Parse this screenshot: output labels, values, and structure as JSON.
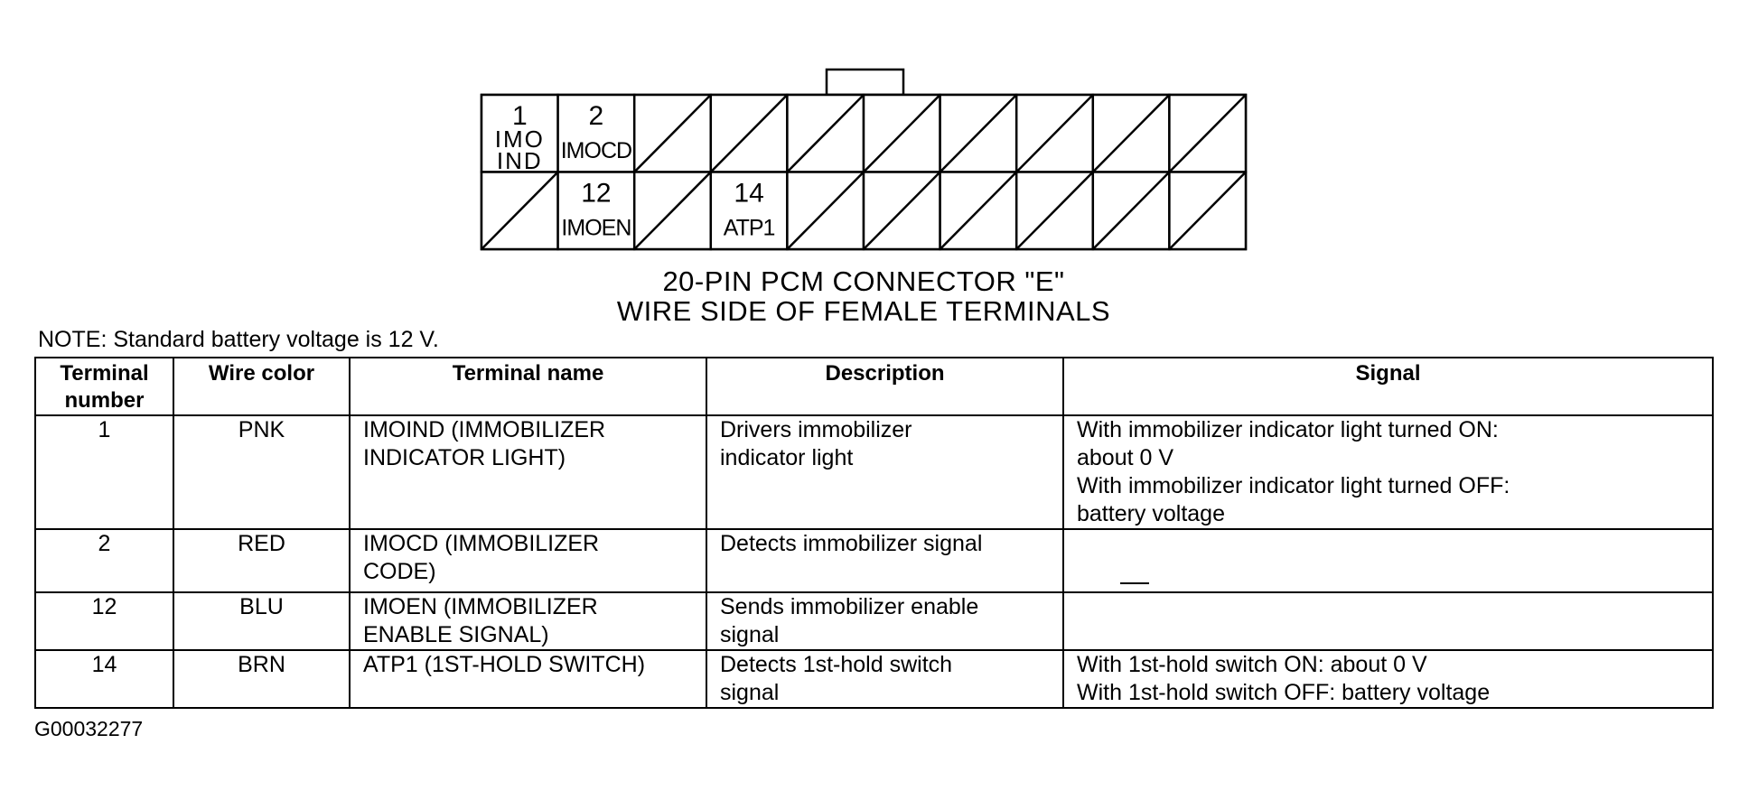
{
  "connector": {
    "top_pins": [
      {
        "number": "1",
        "name_lines": [
          "IMO",
          "IND"
        ]
      },
      {
        "number": "2",
        "name_lines": [
          "IMOCD"
        ]
      },
      null,
      null,
      null,
      null,
      null,
      null,
      null,
      null
    ],
    "bottom_pins": [
      null,
      {
        "number": "12",
        "name_lines": [
          "IMOEN"
        ]
      },
      null,
      {
        "number": "14",
        "name_lines": [
          "ATP1"
        ]
      },
      null,
      null,
      null,
      null,
      null,
      null
    ]
  },
  "caption": {
    "line1": "20-PIN PCM CONNECTOR \"E\"",
    "line2": "WIRE SIDE OF FEMALE TERMINALS"
  },
  "note": "NOTE: Standard battery voltage is 12 V.",
  "table": {
    "headers": {
      "terminal_number_line1": "Terminal",
      "terminal_number_line2": "number",
      "wire_color": "Wire color",
      "terminal_name": "Terminal name",
      "description": "Description",
      "signal": "Signal"
    },
    "rows": [
      {
        "terminal": "1",
        "wire_color": "PNK",
        "name_lines": [
          "IMOIND (IMMOBILIZER",
          "INDICATOR LIGHT)"
        ],
        "description_lines": [
          "Drivers immobilizer",
          "indicator light"
        ],
        "signal_lines": [
          "With immobilizer indicator light turned ON:",
          "about 0 V",
          "With immobilizer indicator light turned OFF:",
          "battery voltage"
        ]
      },
      {
        "terminal": "2",
        "wire_color": "RED",
        "name_lines": [
          "IMOCD (IMMOBILIZER",
          "CODE)"
        ],
        "description_lines": [
          "Detects immobilizer signal"
        ],
        "signal_lines": []
      },
      {
        "terminal": "12",
        "wire_color": "BLU",
        "name_lines": [
          "IMOEN (IMMOBILIZER",
          "ENABLE SIGNAL)"
        ],
        "description_lines": [
          "Sends immobilizer enable",
          "signal"
        ],
        "signal_lines": []
      },
      {
        "terminal": "14",
        "wire_color": "BRN",
        "name_lines": [
          "ATP1 (1ST-HOLD SWITCH)"
        ],
        "description_lines": [
          "Detects 1st-hold switch",
          "signal"
        ],
        "signal_lines": [
          "With 1st-hold switch ON: about 0 V",
          "With 1st-hold switch OFF: battery voltage"
        ]
      }
    ]
  },
  "figure_id": "G00032277"
}
